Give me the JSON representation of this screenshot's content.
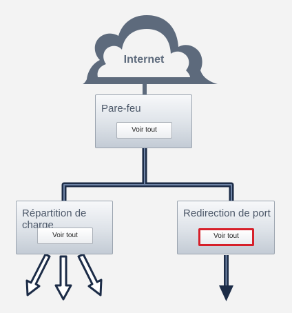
{
  "cloud": {
    "label": "Internet"
  },
  "firewall": {
    "title": "Pare-feu",
    "button_label": "Voir tout"
  },
  "load_balancer": {
    "title": "Répartition de charge",
    "button_label": "Voir tout"
  },
  "port_forward": {
    "title": "Redirection de port",
    "button_label": "Voir tout",
    "selected": true
  },
  "colors": {
    "cloud": "#5d6a7c",
    "connector": "#1c2c47",
    "connector_inner": "#6f84a6",
    "highlight": "#d6202a"
  }
}
